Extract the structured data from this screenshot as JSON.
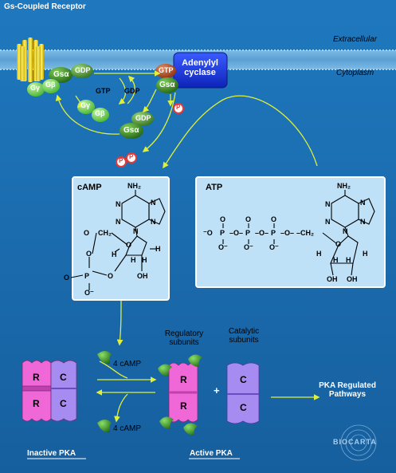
{
  "colors": {
    "background": "#1d73b8",
    "membrane": "#6fb0dc",
    "box": "#bfe1f7",
    "arrow": "#dff03a",
    "adenylyl": "#1a3ee8",
    "pka_pink": "#f068d8",
    "pka_purple": "#a68cf0",
    "gsa": "#2c7a1c",
    "gbg": "#66d04a",
    "phosphate": "#e03a3a"
  },
  "labels": {
    "receptor": "Gs-Coupled Receptor",
    "extracellular": "Extracellular",
    "cytoplasm": "Cytoplasm",
    "adenylyl": "Adenylyl cyclase",
    "gtp": "GTP",
    "gdp": "GDP",
    "gsa": "Gsα",
    "gg": "Gγ",
    "gb": "Gβ",
    "p": "P",
    "camp": "cAMP",
    "atp": "ATP",
    "regulatory": "Regulatory subunits",
    "catalytic": "Catalytic subunits",
    "four_camp": "4 cAMP",
    "r": "R",
    "c": "C",
    "plus": "+",
    "pka_pathways": "PKA Regulated Pathways",
    "inactive_pka": "Inactive PKA",
    "active_pka": "Active PKA",
    "biocarta": "BIOCARTA"
  },
  "chem": {
    "nh2": "NH₂",
    "n": "N",
    "o": "O",
    "ch2": "CH₂",
    "h": "H",
    "oh": "OH",
    "p": "P",
    "o_minus": "O⁻",
    "minus_o": "⁻O",
    "o_dash": "–O–",
    "ch2_dash": "–CH₂"
  }
}
